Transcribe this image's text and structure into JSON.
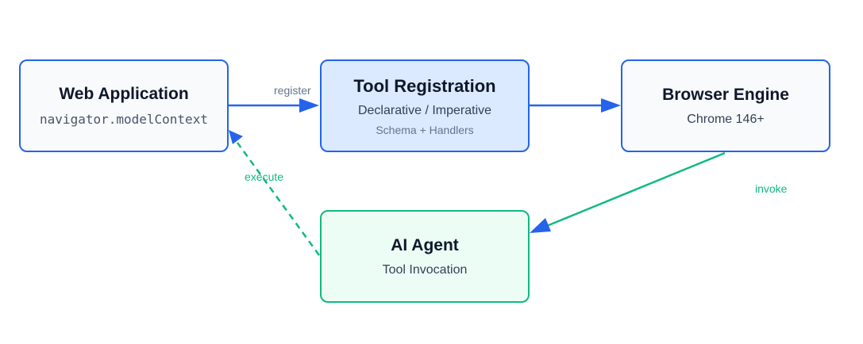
{
  "colors": {
    "blue": "#2563eb",
    "green": "#10b981",
    "node_fill": "#f8fafc",
    "highlight_fill": "#dbeafe",
    "agent_fill": "#ecfdf5"
  },
  "nodes": {
    "web_app": {
      "title": "Web Application",
      "subtitle": "navigator.modelContext"
    },
    "tool_registration": {
      "title": "Tool Registration",
      "subtitle": "Declarative / Imperative",
      "detail": "Schema + Handlers"
    },
    "browser_engine": {
      "title": "Browser Engine",
      "subtitle": "Chrome 146+"
    },
    "ai_agent": {
      "title": "AI Agent",
      "subtitle": "Tool Invocation"
    }
  },
  "edges": {
    "register": "register",
    "execute": "execute",
    "invoke": "invoke"
  }
}
